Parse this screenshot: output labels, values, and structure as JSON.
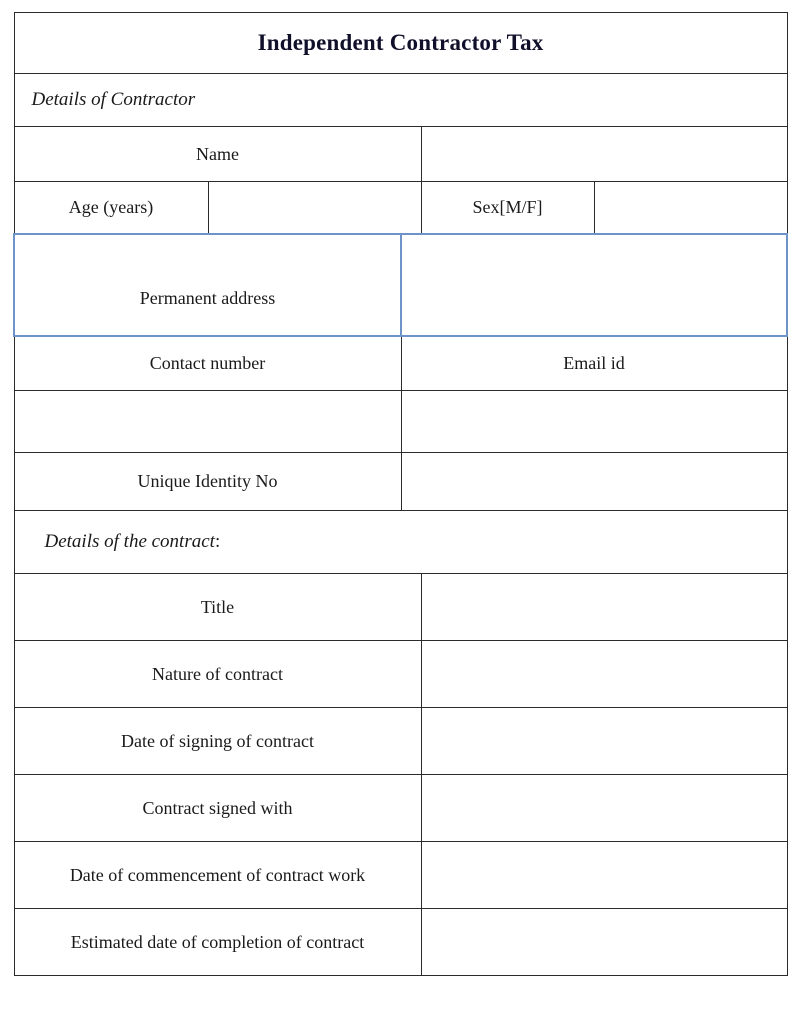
{
  "document": {
    "title": "Independent Contractor Tax",
    "sections": [
      {
        "heading": "Details of Contractor",
        "heading_suffix": "",
        "rows": [
          {
            "label": "Name",
            "value": ""
          },
          {
            "label": "Age (years)",
            "value": "",
            "label2": "Sex[M/F]",
            "value2": ""
          },
          {
            "label": "Permanent address",
            "value": ""
          },
          {
            "label": "Contact number",
            "value": "",
            "label2": "Email id",
            "value2": ""
          },
          {
            "label": "",
            "value": ""
          },
          {
            "label": "Unique Identity No",
            "value": ""
          }
        ]
      },
      {
        "heading": "Details of the contract",
        "heading_suffix": ":",
        "rows": [
          {
            "label": "Title",
            "value": ""
          },
          {
            "label": "Nature of contract",
            "value": ""
          },
          {
            "label": "Date of signing of contract",
            "value": ""
          },
          {
            "label": "Contract signed with",
            "value": ""
          },
          {
            "label": "Date of commencement of contract work",
            "value": ""
          },
          {
            "label": "Estimated date of completion of contract",
            "value": ""
          }
        ]
      }
    ]
  },
  "colors": {
    "title_band": "#8FAED9",
    "section_band": "#DCE2F1",
    "shaded_row": "#D3DCEE",
    "border_dark": "#2b2b2b",
    "border_blue": "#6E93C8"
  }
}
